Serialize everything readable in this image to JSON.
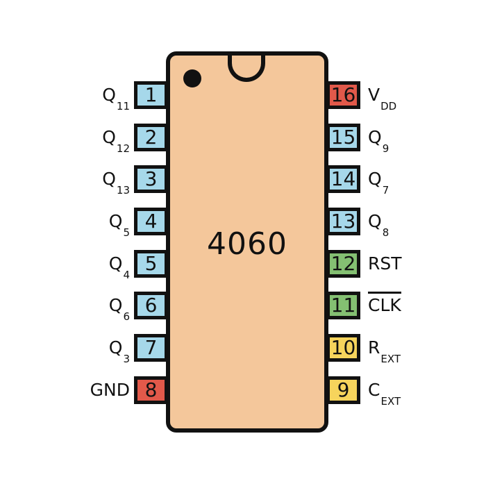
{
  "chip": {
    "part_number": "4060",
    "body_color": "#F4C79B",
    "outline_color": "#111111",
    "pin1_marker": "dot-icon",
    "orientation_marker": "notch-top-center"
  },
  "colors": {
    "io_blue": "#A6D8EA",
    "power_red": "#E2594A",
    "control_green": "#84C072",
    "oscillator_yellow": "#F6D45C"
  },
  "pins": {
    "left": [
      {
        "number": "1",
        "label": {
          "base": "Q",
          "sub": "11"
        },
        "color": "#A6D8EA"
      },
      {
        "number": "2",
        "label": {
          "base": "Q",
          "sub": "12"
        },
        "color": "#A6D8EA"
      },
      {
        "number": "3",
        "label": {
          "base": "Q",
          "sub": "13"
        },
        "color": "#A6D8EA"
      },
      {
        "number": "4",
        "label": {
          "base": "Q",
          "sub": "5"
        },
        "color": "#A6D8EA"
      },
      {
        "number": "5",
        "label": {
          "base": "Q",
          "sub": "4"
        },
        "color": "#A6D8EA"
      },
      {
        "number": "6",
        "label": {
          "base": "Q",
          "sub": "6"
        },
        "color": "#A6D8EA"
      },
      {
        "number": "7",
        "label": {
          "base": "Q",
          "sub": "3"
        },
        "color": "#A6D8EA"
      },
      {
        "number": "8",
        "label": {
          "base": "GND"
        },
        "color": "#E2594A"
      }
    ],
    "right": [
      {
        "number": "16",
        "label": {
          "base": "V",
          "sub": "DD"
        },
        "color": "#E2594A"
      },
      {
        "number": "15",
        "label": {
          "base": "Q",
          "sub": "9"
        },
        "color": "#A6D8EA"
      },
      {
        "number": "14",
        "label": {
          "base": "Q",
          "sub": "7"
        },
        "color": "#A6D8EA"
      },
      {
        "number": "13",
        "label": {
          "base": "Q",
          "sub": "8"
        },
        "color": "#A6D8EA"
      },
      {
        "number": "12",
        "label": {
          "base": "RST"
        },
        "color": "#84C072"
      },
      {
        "number": "11",
        "label": {
          "base": "CLK",
          "overline": true
        },
        "color": "#84C072"
      },
      {
        "number": "10",
        "label": {
          "base": "R",
          "sub": "EXT"
        },
        "color": "#F6D45C"
      },
      {
        "number": "9",
        "label": {
          "base": "C",
          "sub": "EXT"
        },
        "color": "#F6D45C"
      }
    ]
  }
}
